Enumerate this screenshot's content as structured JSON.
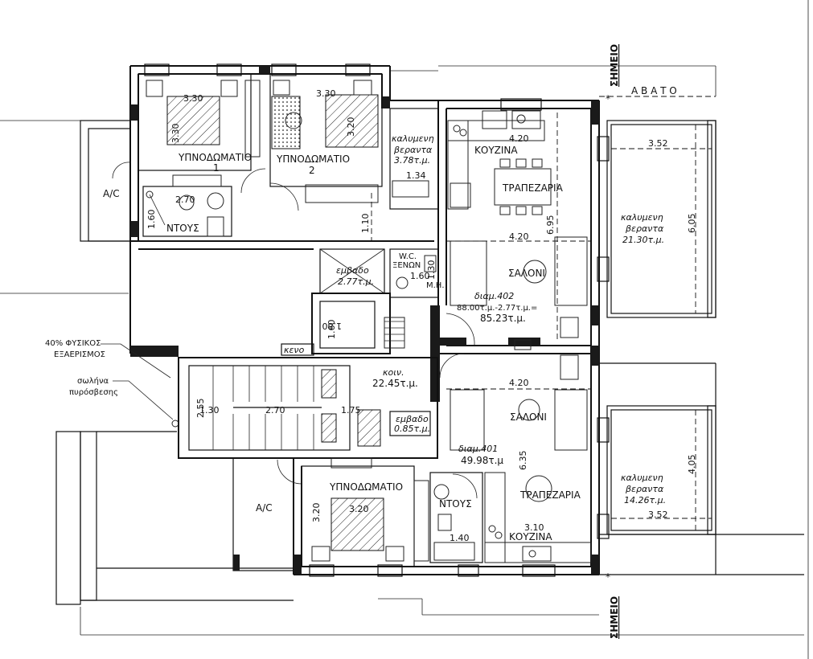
{
  "labels": {
    "bedroom_upper_1": "ΥΠΝΟΔΩΜΑΤΙΟ\n1",
    "bedroom_upper_1_a": "ΥΠΝΟΔΩΜΑΤΙΟ",
    "bedroom_upper_1_b": "1",
    "bedroom_upper_2_a": "ΥΠΝΟΔΩΜΑΤΙΟ",
    "bedroom_upper_2_b": "2",
    "shower_upper": "ΝΤΟΥΣ",
    "ac_upper": "A/C",
    "covered_veranda_small_a": "καλυμενη",
    "covered_veranda_small_b": "βεραντα",
    "covered_veranda_small_c": "3.78τ.μ.",
    "kitchen_upper": "ΚΟΥΖΙΝΑ",
    "dining_upper": "ΤΡΑΠΕΖΑΡΙΑ",
    "living_upper": "ΣΑΛΟΝΙ",
    "wc_guests_a": "W.C.",
    "wc_guests_b": "ΞΕΝΩΝ",
    "mh": "Μ.Η.",
    "area_box_upper_a": "εμβαδο",
    "area_box_upper_b": "2.77τ.μ.",
    "apt402_a": "διαμ.402",
    "apt402_b": "88.00τ.μ.-2.77τ.μ.=",
    "apt402_c": "85.23τ.μ.",
    "veranda_right_upper_a": "καλυμενη",
    "veranda_right_upper_b": "βεραντα",
    "veranda_right_upper_c": "21.30τ.μ.",
    "avato": "Α Β Α Τ Ο",
    "simeio": "ΣΗΜΕΙΟ",
    "keno": "κενο",
    "common_a": "κοιν.",
    "common_b": "22.45τ.μ.",
    "ventilation_a": "40% ΦΥΣΙΚΟΣ",
    "ventilation_b": "ΕΞΑΕΡΙΣΜΟΣ",
    "fire_hose_a": "σωλήνα",
    "fire_hose_b": "πυρόσβεσης",
    "area_box_lower_a": "εμβαδο",
    "area_box_lower_b": "0.85τ.μ.",
    "living_lower": "ΣΑΛΟΝΙ",
    "apt401_a": "διαμ.401",
    "apt401_b": "49.98τ.μ",
    "dining_lower": "ΤΡΑΠΕΖΑΡΙΑ",
    "kitchen_lower": "ΚΟΥΖΙΝΑ",
    "shower_lower": "ΝΤΟΥΣ",
    "bedroom_lower": "ΥΠΝΟΔΩΜΑΤΙΟ",
    "ac_lower": "A/C",
    "veranda_right_lower_a": "καλυμενη",
    "veranda_right_lower_b": "βεραντα",
    "veranda_right_lower_c": "14.26τ.μ."
  },
  "dimensions": {
    "d330_a": "3.30",
    "d330_b": "3.30",
    "d330_c": "3.30",
    "d320_a": "3.20",
    "d270_a": "2.70",
    "d160_a": "1.60",
    "d134": "1.34",
    "d110": "1.10",
    "d420_a": "4.20",
    "d420_b": "4.20",
    "d420_c": "4.20",
    "d695": "6.95",
    "d352_a": "3.52",
    "d605": "6.05",
    "d160_b": "1.60",
    "d130": "1.30",
    "d160_c": "1.60",
    "d180": "1.80",
    "d255": "2.55",
    "d130_b": "1.30",
    "d270_b": "2.70",
    "d175": "1.75",
    "d635": "6.35",
    "d405": "4.05",
    "d352_b": "3.52",
    "d310": "3.10",
    "d140": "1.40",
    "d320_b": "3.20",
    "d320_c": "3.20"
  }
}
